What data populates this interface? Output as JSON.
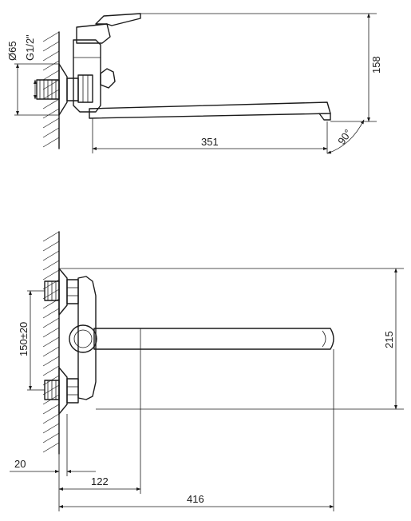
{
  "dimensions": {
    "wall_dia": "Ø65",
    "thread": "G1/2\"",
    "top_height": "158",
    "spout_reach": "351",
    "spout_angle": "90°",
    "center_dist": "150±20",
    "body_height": "215",
    "wall_offset": "20",
    "mixer_depth": "122",
    "total_length": "416"
  },
  "colors": {
    "line": "#1a1a1a",
    "background": "#ffffff"
  }
}
